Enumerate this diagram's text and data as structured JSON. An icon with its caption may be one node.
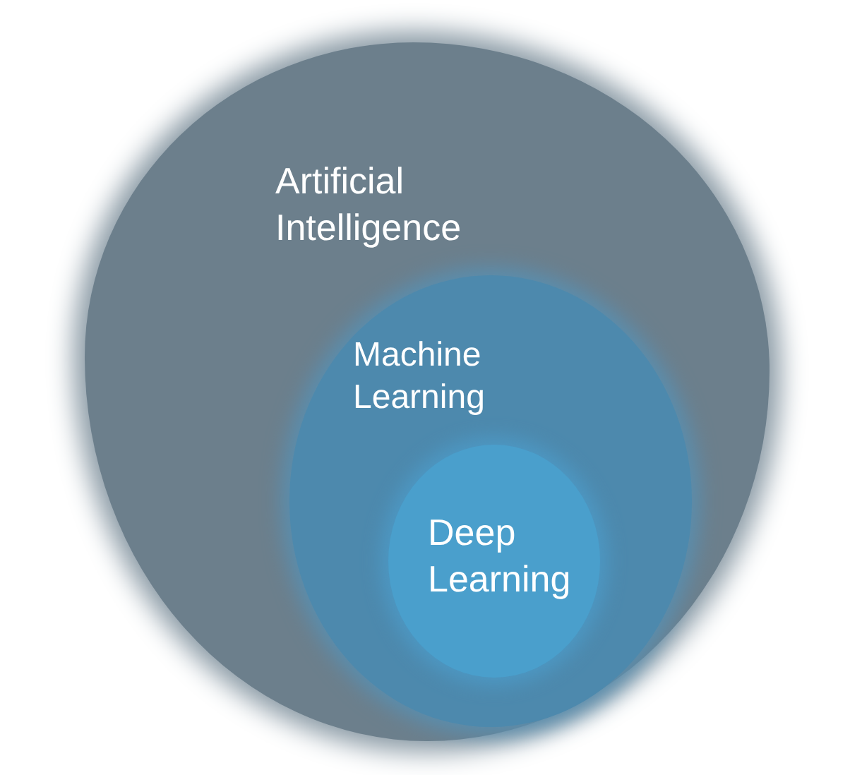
{
  "diagram": {
    "nodes": [
      {
        "text": [
          "Artificial Intelligence"
        ]
      },
      {
        "text": [
          "Machine Learning"
        ],
        "in": 0
      },
      {
        "text": [
          "Deep Learning"
        ],
        "in": 1
      }
    ]
  }
}
